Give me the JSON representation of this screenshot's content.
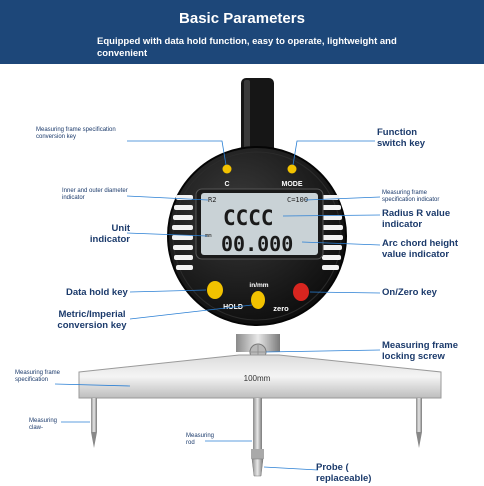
{
  "header": {
    "title": "Basic Parameters",
    "subtitle": "Equipped with data hold function, easy to operate, lightweight and convenient"
  },
  "device": {
    "button_c": "C",
    "button_mode": "MODE",
    "lcd_r": "R2",
    "lcd_c_value": "C=100",
    "lcd_unit": "mm",
    "lcd_top_digits": "CCCC",
    "lcd_bottom_digits": "00.000",
    "inmm_label": "in/mm",
    "hold_label": "HOLD",
    "zero_label": "zero",
    "frame_marking": "100mm"
  },
  "callouts": {
    "frame_spec_conversion_key": "Measuring frame specification conversion key",
    "function_switch_key": "Function switch key",
    "inner_outer_indicator": "Inner and outer diameter indicator",
    "frame_spec_indicator": "Measuring frame specification indicator",
    "unit_indicator": "Unit indicator",
    "radius_r_indicator": "Radius R value indicator",
    "arc_chord_indicator": "Arc chord height value indicator",
    "data_hold_key": "Data hold key",
    "on_zero_key": "On/Zero key",
    "metric_imperial_key": "Metric/Imperial conversion key",
    "frame_locking_screw": "Measuring frame locking screw",
    "frame_specification": "Measuring frame specification",
    "measuring_claw": "Measuring claw-",
    "measuring_rod": "Measuring rod",
    "probe_replaceable": "Probe ( replaceable)"
  },
  "colors": {
    "banner": "#1d4779",
    "label_text": "#1b3a6b",
    "leader_line": "#2a7fd4",
    "yellow_button": "#f2c200",
    "red_button": "#d8251f",
    "lcd_background": "#c9d2d6"
  }
}
